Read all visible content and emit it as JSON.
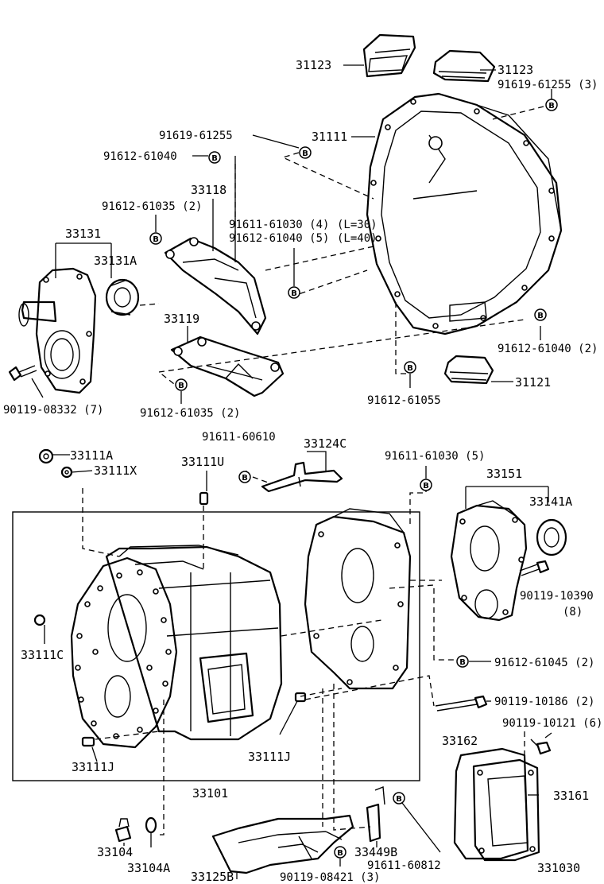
{
  "labels": {
    "p31123_a": "31123",
    "p31123_b": "31123",
    "p91619_61255_3": "91619-61255 (3)",
    "p91619_61255": "91619-61255",
    "p31111": "31111",
    "p91612_61040": "91612-61040",
    "p33118": "33118",
    "p91612_61035_2a": "91612-61035 (2)",
    "p91611_61030_4": "91611-61030 (4)",
    "p91612_61040_5": "91612-61040 (5)",
    "l30": "(L=30)",
    "l40": "(L=40)",
    "p33131": "33131",
    "p33131A": "33131A",
    "p33119": "33119",
    "p91612_61040_2": "91612-61040 (2)",
    "p90119_08332_7": "90119-08332 (7)",
    "p91612_61035_2b": "91612-61035 (2)",
    "p91612_61055": "91612-61055",
    "p31121": "31121",
    "p91611_60610": "91611-60610",
    "p33124C": "33124C",
    "p91611_61030_5": "91611-61030 (5)",
    "p33111A": "33111A",
    "p33111U": "33111U",
    "p33111X": "33111X",
    "p33151": "33151",
    "p33141A": "33141A",
    "p90119_10390": "90119-10390",
    "p90119_10390_qty": "(8)",
    "p33111C": "33111C",
    "p91612_61045_2": "91612-61045 (2)",
    "p90119_10186_2": "90119-10186 (2)",
    "p90119_10121_6": "90119-10121 (6)",
    "p33162": "33162",
    "p33161": "33161",
    "p33111J_a": "33111J",
    "p33111J_b": "33111J",
    "p33101": "33101",
    "p33104": "33104",
    "p33104A": "33104A",
    "p33449B": "33449B",
    "p91611_60812": "91611-60812",
    "p33125B": "33125B",
    "p90119_08421_3": "90119-08421 (3)",
    "p331030": "331030"
  },
  "bolt_marker": "B"
}
